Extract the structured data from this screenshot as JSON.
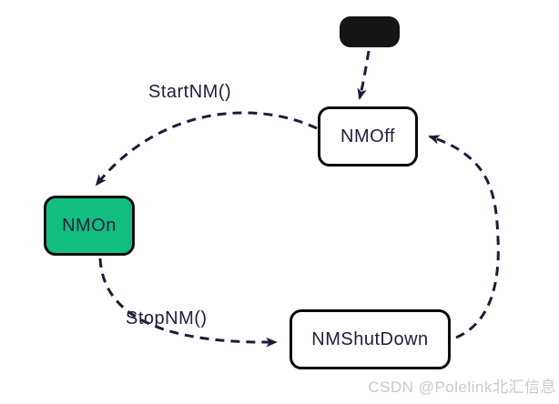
{
  "colors": {
    "arrow": "#1c1c3a",
    "state_border": "#0b0b0b",
    "state_text": "#20203f",
    "on_state_fill": "#12be80",
    "off_state_fill": "#ffffff",
    "initial_node_fill": "#151515",
    "watermark_text": "#c9c9c9",
    "background": "#ffffff"
  },
  "diagram": {
    "type": "state-machine",
    "states": [
      {
        "id": "initial",
        "type": "initial-pseudo-state",
        "label": ""
      },
      {
        "id": "NMOff",
        "type": "normal",
        "label": "NMOff"
      },
      {
        "id": "NMOn",
        "type": "active",
        "label": "NMOn"
      },
      {
        "id": "NMShutDown",
        "type": "normal",
        "label": "NMShutDown"
      }
    ],
    "transitions": [
      {
        "id": "initial-to-nmoff",
        "from": "initial",
        "to": "NMOff",
        "label": ""
      },
      {
        "id": "nmoff-to-nmon",
        "from": "NMOff",
        "to": "NMOn",
        "label": "StartNM()"
      },
      {
        "id": "nmon-to-nmshutdown",
        "from": "NMOn",
        "to": "NMShutDown",
        "label": "StopNM()"
      },
      {
        "id": "nmshutdown-to-nmoff",
        "from": "NMShutDown",
        "to": "NMOff",
        "label": ""
      }
    ]
  },
  "watermark": {
    "text": "CSDN @Polelink北汇信息"
  }
}
